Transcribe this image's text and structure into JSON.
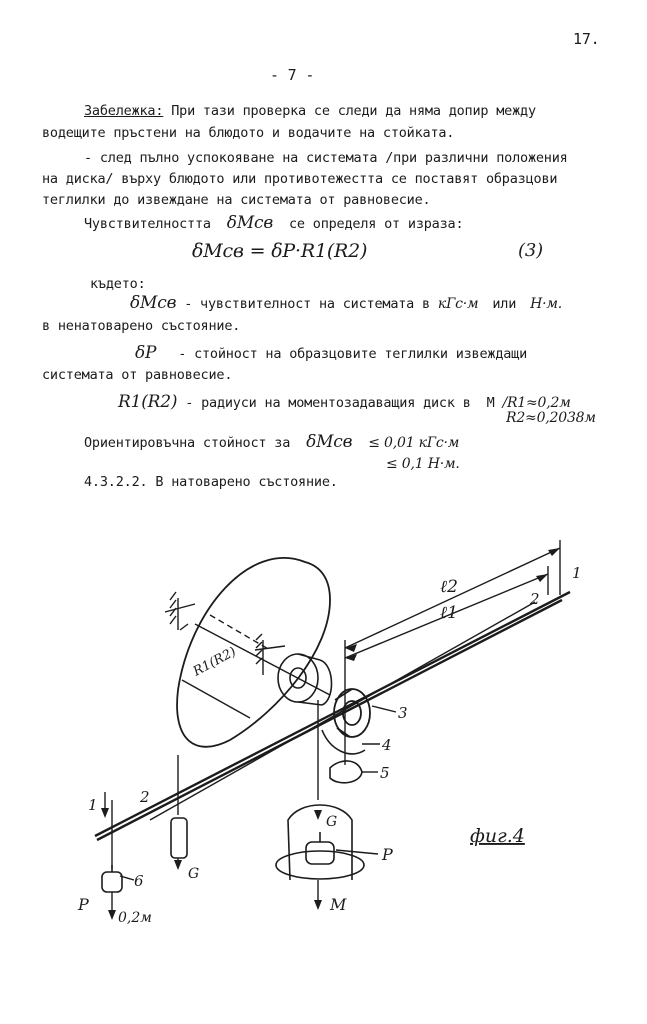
{
  "page_number": "17.",
  "section_number": "- 7 -",
  "note_label": "Забележка:",
  "note_line1": "При тази проверка се следи да няма допир между",
  "note_line2": "водещите пръстени на блюдото и водачите на стойката.",
  "para1_line1": "- след пълно успокояване на системата  /при различни положения",
  "para1_line2": "на диска/ върху блюдото или противотежестта се поставят  образцови",
  "para1_line3": "теглилки до извеждане на системата от равновесие.",
  "sens_text": "Чувствителността",
  "sens_symbol": "δMсв",
  "sens_text2": "се определя от израза:",
  "formula": "δMсв = δP·R1(R2)",
  "formula_number": "(3)",
  "where": "където:",
  "def1_symbol": "δMсв",
  "def1_text": "- чувствителност на системата в",
  "def1_unit1": "кГс·м",
  "def1_or": "или",
  "def1_unit2": "Н·м.",
  "def1_line2": "в ненатоварено състояние.",
  "def2_symbol": "δP",
  "def2_text": "- стойност на образцовите теглилки извеждащи",
  "def2_line2": "системата от равновесие.",
  "def3_symbol": "R1(R2)",
  "def3_text": "- радиуси на моментозадаващия диск в",
  "def3_unit": "М",
  "def3_val1": "/R1≈0,2м",
  "def3_val2": "R2≈0,2038м",
  "orient_text": "Ориентировъчна стойност за",
  "orient_symbol": "δMсв",
  "orient_val1": "≤ 0,01 кГс·м",
  "orient_val2": "≤ 0,1 Н·м.",
  "subsection": "4.3.2.2. В натоварено състояние.",
  "figure": {
    "caption": "фиг.4",
    "labels": {
      "l2": "ℓ2",
      "l1": "ℓ1",
      "n1_top": "1",
      "n2_top": "2",
      "n3": "3",
      "n4": "4",
      "n5": "5",
      "n6": "6",
      "n1_left": "1",
      "n2_left": "2",
      "radius": "R1(R2)",
      "G_center": "G",
      "G_left": "G",
      "P_right": "P",
      "P_left": "P",
      "M_bottom": "M",
      "m_02": "0,2м"
    }
  }
}
